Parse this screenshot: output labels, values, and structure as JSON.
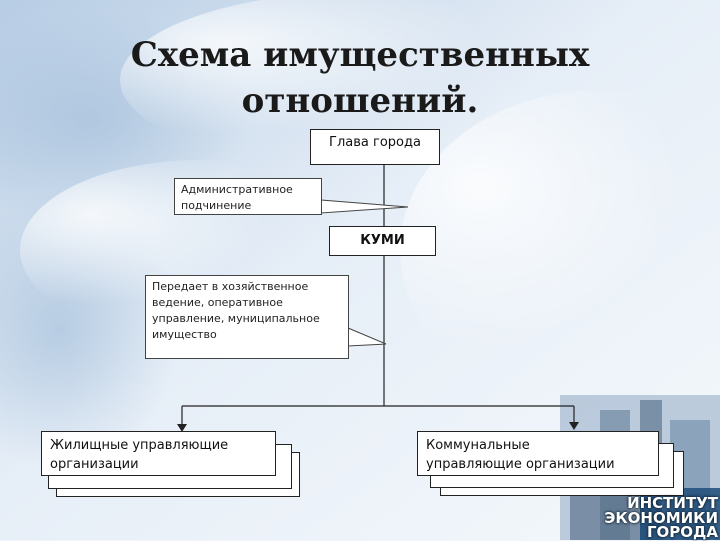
{
  "title": {
    "line1": "Схема имущественных",
    "line2": "отношений."
  },
  "nodes": {
    "head": "Глава города",
    "kumi": "КУМИ",
    "housing": [
      "Жилищные управляющие",
      "организации"
    ],
    "communal": [
      "Коммунальные",
      "управляющие организации"
    ]
  },
  "callouts": {
    "admin": [
      "Административное",
      "подчинение"
    ],
    "transfer": [
      "Передает в хозяйственное",
      "ведение, оперативное",
      "управление, муниципальное",
      "имущество"
    ]
  },
  "logo": {
    "line1": "ИНСТИТУТ",
    "line2": "ЭКОНОМИКИ",
    "line3": "ГОРОДА"
  },
  "colors": {
    "line": "#222222",
    "box_fill": "#ffffff"
  }
}
